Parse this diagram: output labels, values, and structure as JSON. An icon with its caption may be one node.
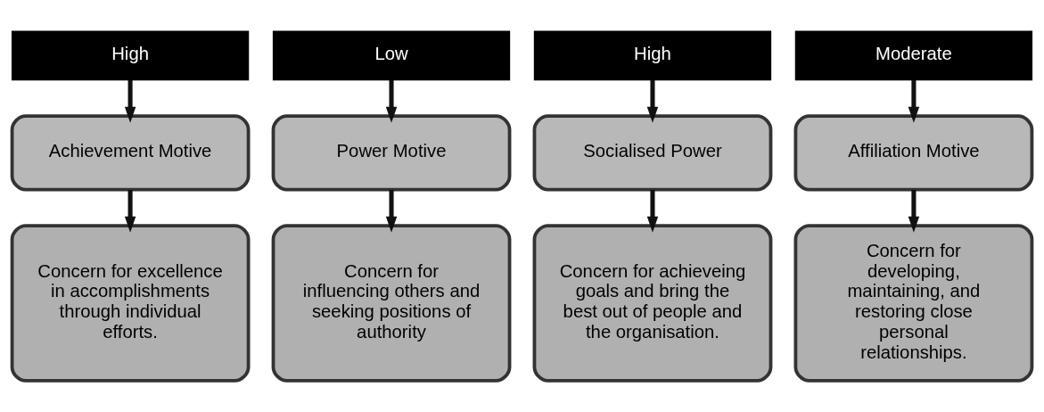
{
  "diagram": {
    "nodes": [
      {
        "text": [
          "High"
        ]
      },
      {
        "text": [
          "Low"
        ]
      },
      {
        "text": [
          "High"
        ]
      },
      {
        "text": [
          "Moderate"
        ]
      },
      {
        "text": [
          "Achievement Motive"
        ]
      },
      {
        "text": [
          "Power Motive"
        ]
      },
      {
        "text": [
          "Socialised Power"
        ]
      },
      {
        "text": [
          "Affiliation Motive"
        ]
      },
      {
        "text": [
          "Concern for excellence in accomplishments through individual efforts."
        ]
      },
      {
        "text": [
          "Concern for influencing others and seeking positions of authority"
        ]
      },
      {
        "text": [
          "Concern for achieveing  goals and bring the best out of people and the organisation."
        ]
      },
      {
        "text": [
          "Concern for developing, maintaining, and restoring close personal relationships."
        ]
      }
    ],
    "edges": [
      {
        "from": 0,
        "to": 4,
        "arrow": "to"
      },
      {
        "from": 1,
        "to": 5,
        "arrow": "to"
      },
      {
        "from": 2,
        "to": 6,
        "arrow": "to"
      },
      {
        "from": 3,
        "to": 7,
        "arrow": "to"
      },
      {
        "from": 4,
        "to": 8,
        "arrow": "to"
      },
      {
        "from": 5,
        "to": 9,
        "arrow": "to"
      },
      {
        "from": 6,
        "to": 10,
        "arrow": "to"
      },
      {
        "from": 7,
        "to": 11,
        "arrow": "to"
      }
    ]
  }
}
